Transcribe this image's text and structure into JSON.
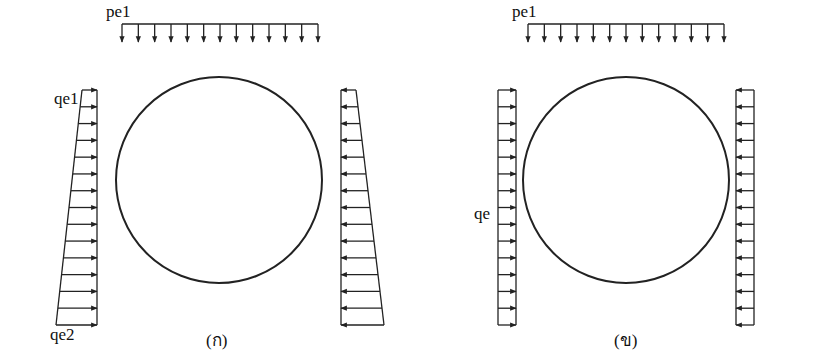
{
  "diagram": {
    "labels": [
      "pe1",
      "qe1",
      "qe2",
      "(ก)",
      "pe1",
      "qe",
      "(ข)"
    ]
  }
}
